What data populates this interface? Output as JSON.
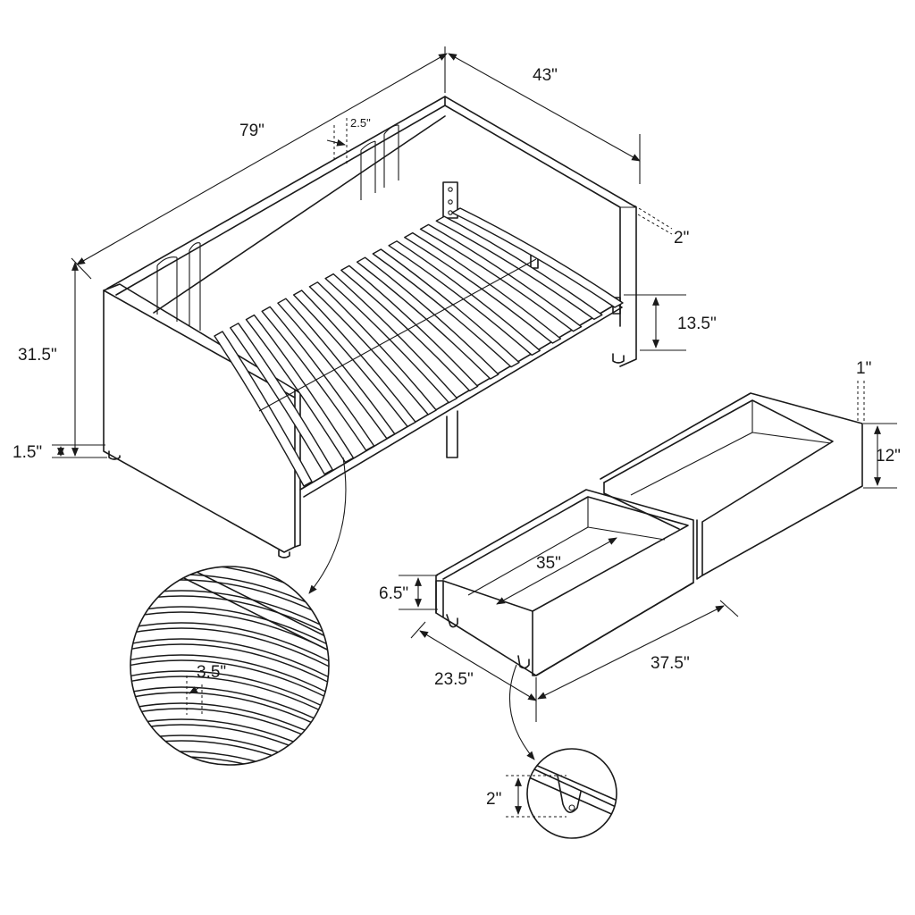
{
  "dimensions": {
    "bed_length": "79\"",
    "bed_depth": "43\"",
    "panel_channel": "2.5\"",
    "frame_thickness": "2\"",
    "rail_height": "13.5\"",
    "overall_height": "31.5\"",
    "leg_height": "1.5\"",
    "drawer_gap": "1\"",
    "drawer_height": "12\"",
    "drawer_inner_length": "35\"",
    "drawer_inner_height": "6.5\"",
    "drawer_depth": "23.5\"",
    "drawer_length": "37.5\"",
    "slat_width": "3.5\"",
    "caster_height": "2\""
  }
}
